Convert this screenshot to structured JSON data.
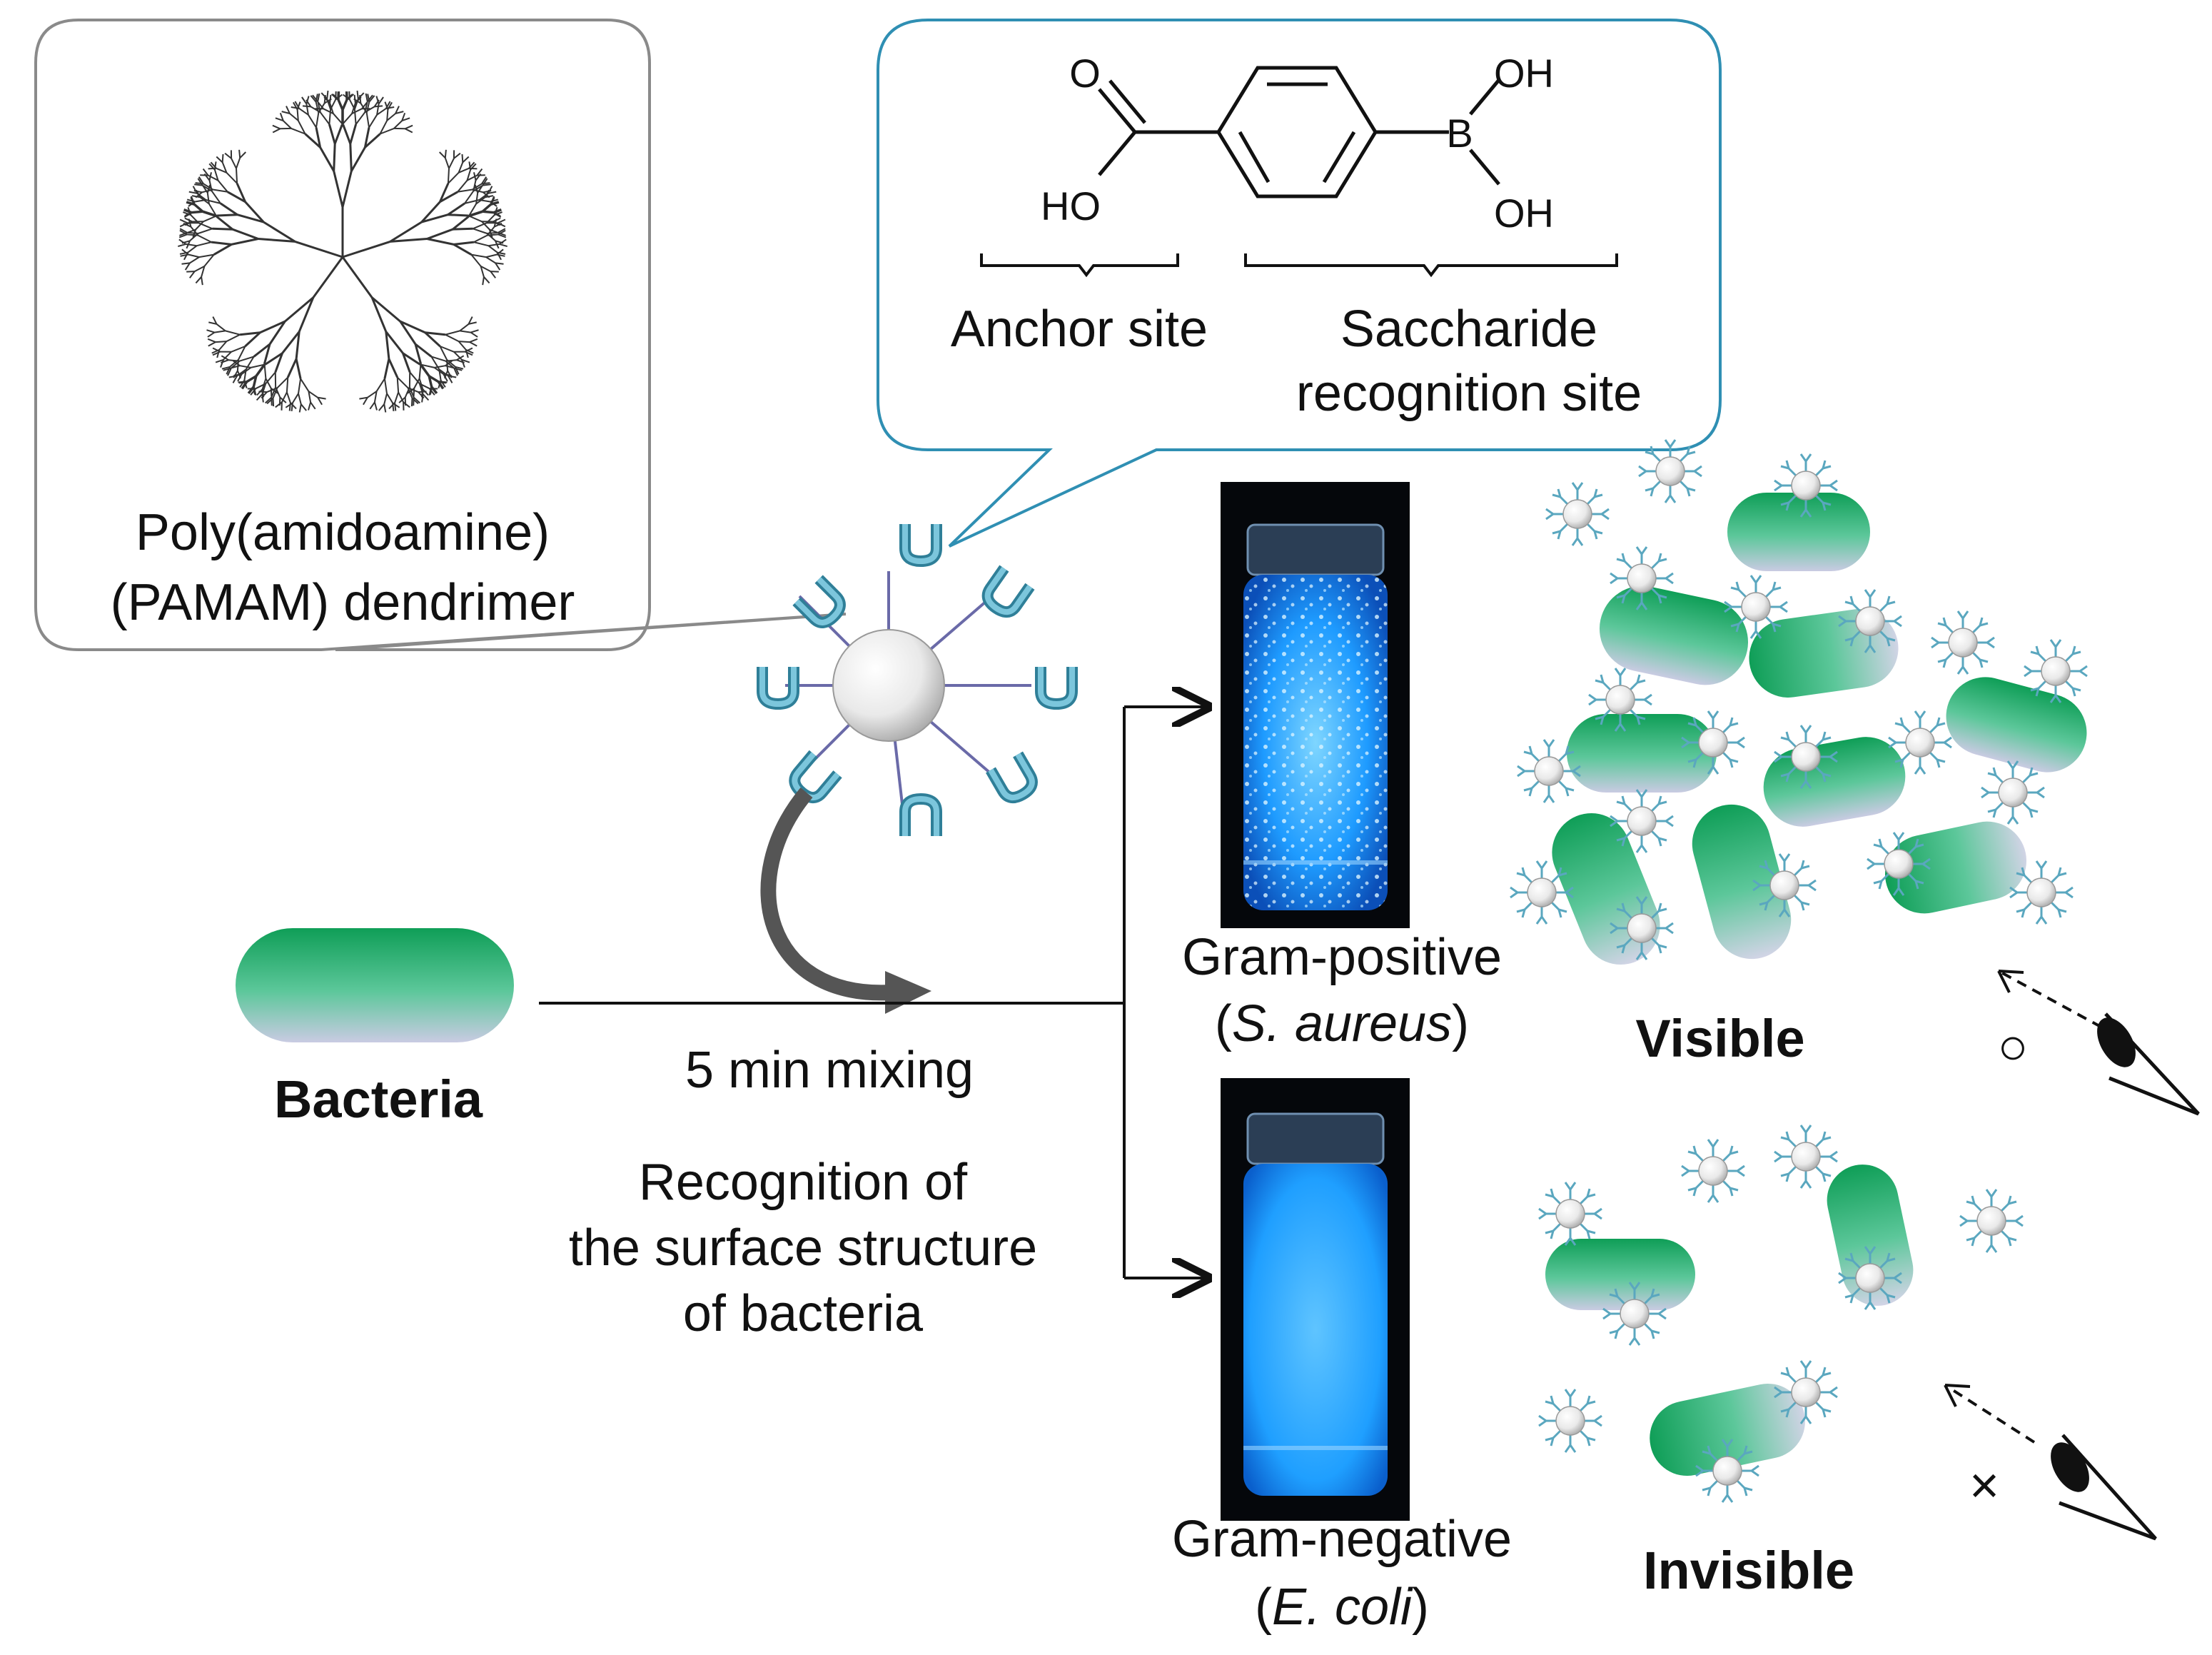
{
  "dendrimer_callout": {
    "line1": "Poly(amidoamine)",
    "line2": "(PAMAM) dendrimer"
  },
  "molecule_callout": {
    "atom_o": "O",
    "atom_ho": "HO",
    "atom_b": "B",
    "atom_oh_top": "OH",
    "atom_oh_bottom": "OH",
    "anchor_label": "Anchor site",
    "saccharide_line1": "Saccharide",
    "saccharide_line2": "recognition site"
  },
  "bacteria_label": "Bacteria",
  "process": {
    "mixing": "5 min mixing",
    "recognition_line1": "Recognition of",
    "recognition_line2": "the surface structure",
    "recognition_line3": "of bacteria"
  },
  "gram_positive": {
    "line1": "Gram-positive",
    "paren_open": "(",
    "species": "S. aureus",
    "paren_close": ")"
  },
  "gram_negative": {
    "line1": "Gram-negative",
    "paren_open": "(",
    "species": "E. coli",
    "paren_close": ")"
  },
  "outcome": {
    "visible": "Visible",
    "invisible": "Invisible",
    "visible_mark": "○",
    "invisible_mark": "×"
  },
  "colors": {
    "bacteria_green": "#12a05a",
    "bacteria_fade": "#c8cbe0",
    "receptor_blue": "#5aa7bf",
    "callout_blue_border": "#2f8fb3",
    "callout_gray_border": "#8a8a8a",
    "vial_glow": "#2aa8ff"
  }
}
